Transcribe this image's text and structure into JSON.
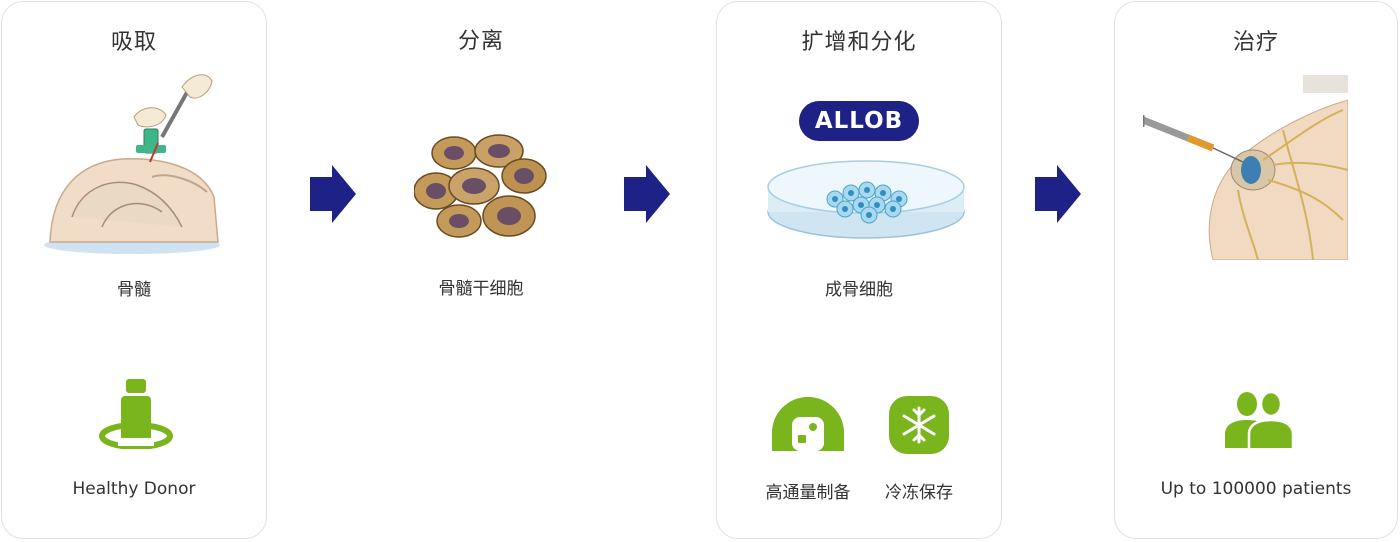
{
  "colors": {
    "arrow": "#1e2185",
    "accent_green": "#7ab51d",
    "badge_blue": "#1e2185"
  },
  "steps": [
    {
      "title": "吸取",
      "image_label": "骨髓",
      "feature_label": "Healthy Donor",
      "image_icon": "bone-marrow-aspiration-illustration",
      "feature_icon": "donor-person-icon"
    },
    {
      "title": "分离",
      "image_label": "骨髓干细胞",
      "image_icon": "stem-cells-illustration"
    },
    {
      "title": "扩增和分化",
      "badge": "ALLOB",
      "image_label": "成骨细胞",
      "image_icon": "petri-dish-cells-illustration",
      "features": [
        {
          "label": "高通量制备",
          "icon": "high-throughput-icon"
        },
        {
          "label": "冷冻保存",
          "icon": "snowflake-icon"
        }
      ]
    },
    {
      "title": "治疗",
      "feature_label": "Up to 100000 patients",
      "image_icon": "shoulder-injection-illustration",
      "feature_icon": "patients-group-icon"
    }
  ]
}
